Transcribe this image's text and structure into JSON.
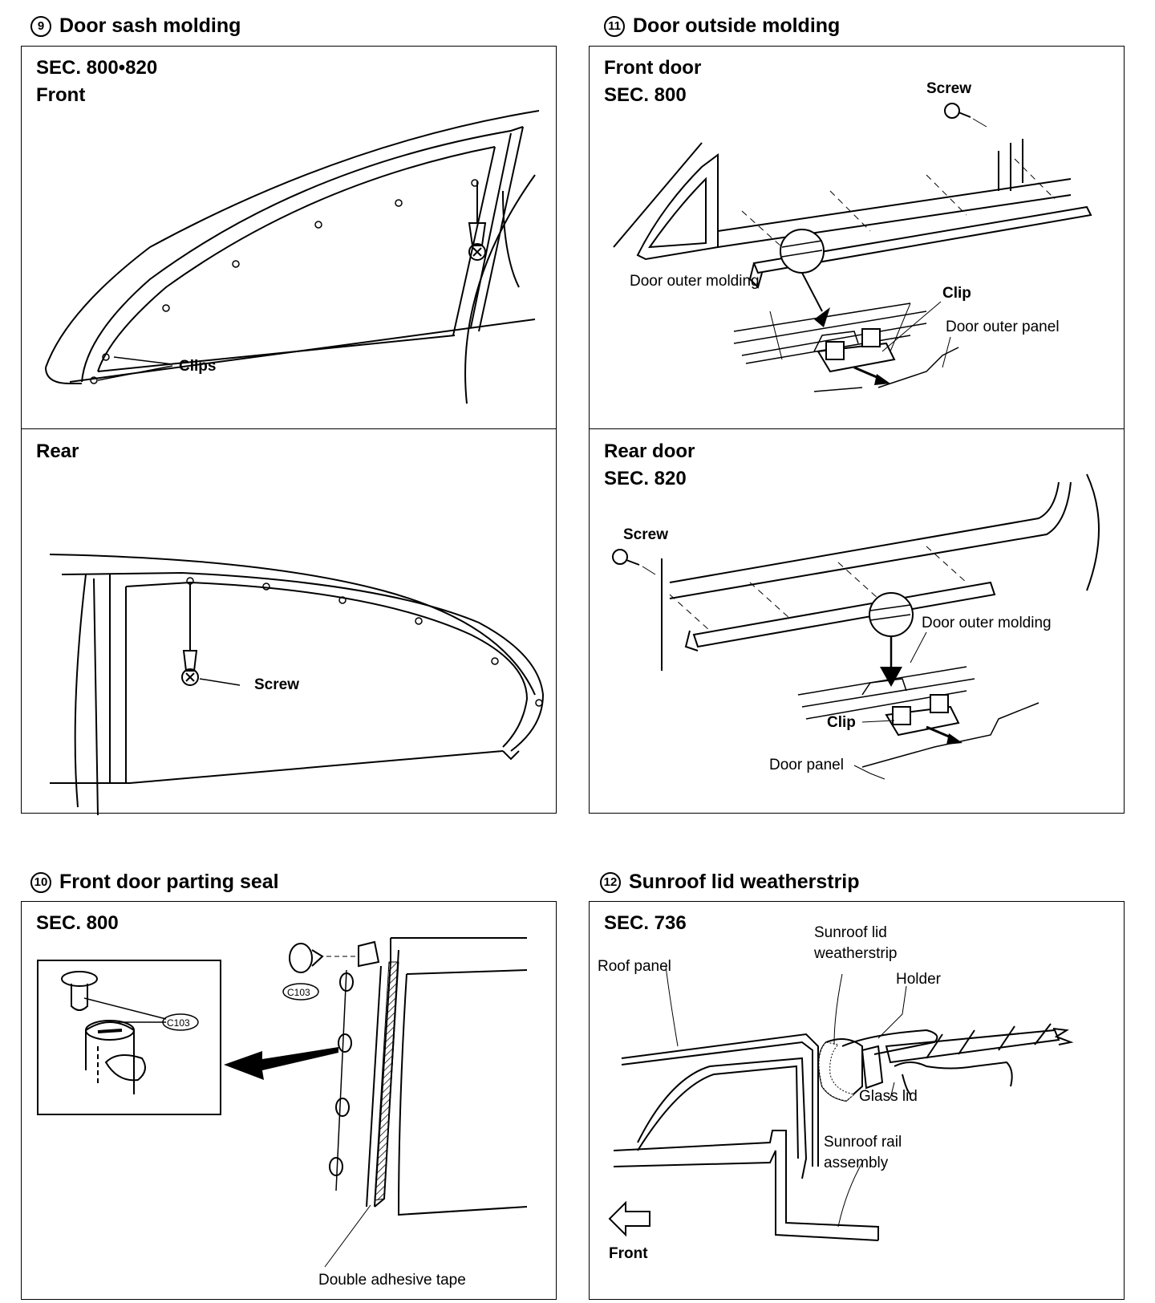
{
  "sections": {
    "s9": {
      "num": "9",
      "title": "Door sash molding"
    },
    "s11": {
      "num": "11",
      "title": "Door outside molding"
    },
    "s10": {
      "num": "10",
      "title": "Front door parting seal"
    },
    "s12": {
      "num": "12",
      "title": "Sunroof lid weatherstrip"
    }
  },
  "panels": {
    "sash_front": {
      "line1": "SEC. 800•820",
      "line2": "Front",
      "clips": "Clips"
    },
    "sash_rear": {
      "line1": "Rear",
      "screw": "Screw"
    },
    "outside_front": {
      "line1": "Front door",
      "line2": "SEC. 800",
      "screw": "Screw",
      "molding": "Door outer molding",
      "clip": "Clip",
      "panel": "Door outer panel"
    },
    "outside_rear": {
      "line1": "Rear door",
      "line2": "SEC. 820",
      "screw": "Screw",
      "molding": "Door outer molding",
      "clip": "Clip",
      "panel": "Door panel"
    },
    "parting": {
      "line1": "SEC. 800",
      "code1": "C103",
      "code2": "C103",
      "tape": "Double adhesive tape"
    },
    "sunroof": {
      "line1": "SEC. 736",
      "roof": "Roof panel",
      "weather1": "Sunroof lid",
      "weather2": "weatherstrip",
      "holder": "Holder",
      "glass": "Glass lid",
      "rail1": "Sunroof rail",
      "rail2": "assembly",
      "front": "Front"
    }
  }
}
